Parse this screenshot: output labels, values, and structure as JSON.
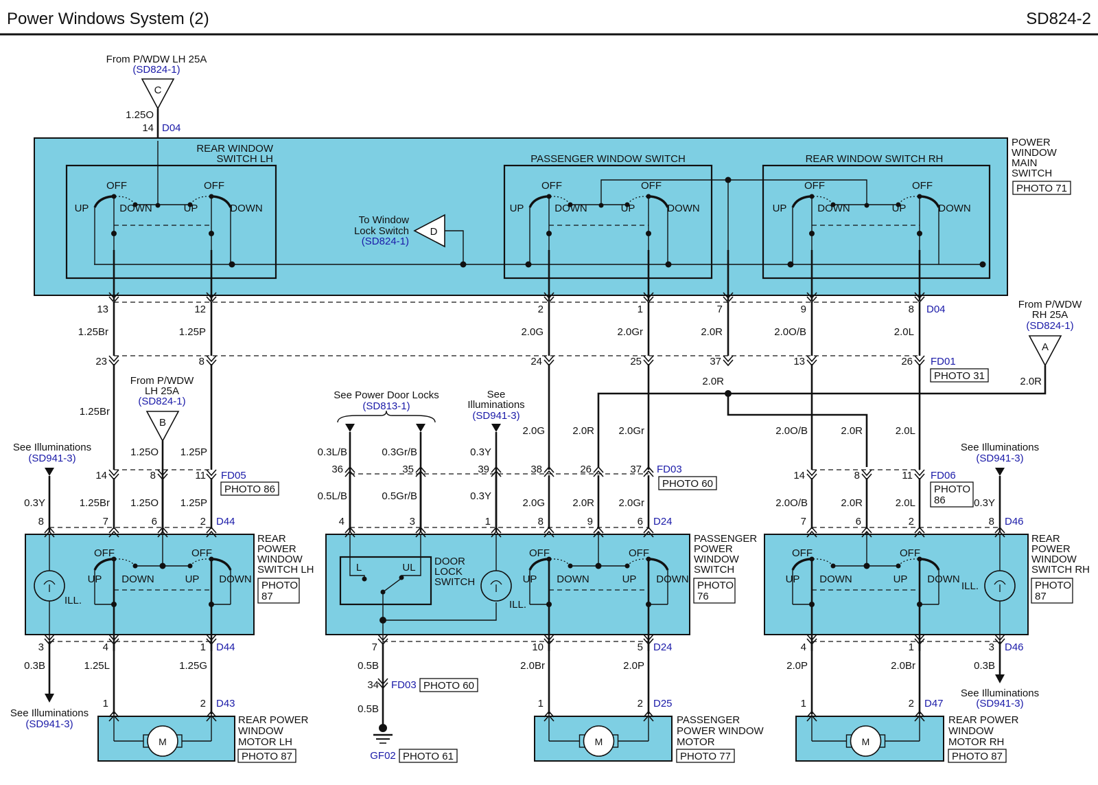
{
  "header": {
    "title": "Power Windows System (2)",
    "code": "SD824-2"
  },
  "photo_labels": {
    "p71": "PHOTO 71",
    "p31": "PHOTO 31",
    "p86": "PHOTO 86",
    "p86b": "PHOTO",
    "p86c": "86",
    "p60": "PHOTO 60",
    "p87": "PHOTO",
    "p87n": "87",
    "p76": "PHOTO",
    "p76n": "76",
    "p87rh": "PHOTO",
    "p87rhn": "87",
    "p60b": "PHOTO 60",
    "p61": "PHOTO 61",
    "p87m": "PHOTO 87",
    "p77": "PHOTO 77",
    "p87mr": "PHOTO 87"
  },
  "components": {
    "main_switch": [
      "POWER",
      "WINDOW",
      "MAIN",
      "SWITCH"
    ],
    "rear_lh_sub": [
      "REAR WINDOW",
      "SWITCH LH"
    ],
    "pass_sub": "PASSENGER WINDOW SWITCH",
    "rear_rh_sub": "REAR WINDOW SWITCH RH",
    "rear_lh_switch": [
      "REAR",
      "POWER",
      "WINDOW",
      "SWITCH LH"
    ],
    "pass_switch": [
      "PASSENGER",
      "POWER",
      "WINDOW",
      "SWITCH"
    ],
    "rear_rh_switch": [
      "REAR",
      "POWER",
      "WINDOW",
      "SWITCH RH"
    ],
    "door_lock": [
      "DOOR",
      "LOCK",
      "SWITCH"
    ],
    "motor_lh": [
      "REAR POWER",
      "WINDOW",
      "MOTOR LH"
    ],
    "motor_pass": [
      "PASSENGER",
      "POWER WINDOW",
      "MOTOR"
    ],
    "motor_rh": [
      "REAR POWER",
      "WINDOW",
      "MOTOR RH"
    ],
    "motor_symbol": "M",
    "ill": "ILL.",
    "lock_l": "L",
    "lock_ul": "UL"
  },
  "switch_labels": {
    "off": "OFF",
    "up": "UP",
    "down": "DOWN"
  },
  "refs": {
    "c_from": "From P/WDW LH 25A",
    "c_ref": "(SD824-1)",
    "c_letter": "C",
    "a_from1": "From P/WDW",
    "a_from2": "RH 25A",
    "a_ref": "(SD824-1)",
    "a_letter": "A",
    "b_from1": "From P/WDW",
    "b_from2": "LH 25A",
    "b_ref": "(SD824-1)",
    "b_letter": "B",
    "d_to1": "To Window",
    "d_to2": "Lock Switch",
    "d_ref": "(SD824-1)",
    "d_letter": "D",
    "pdl": "See Power Door Locks",
    "pdl_ref": "(SD813-1)",
    "see_ill1": "See",
    "see_ill2": "Illuminations",
    "ill_ref": "(SD941-3)",
    "ill_full": "See Illuminations"
  },
  "connectors": {
    "D04": "D04",
    "FD01": "FD01",
    "FD05": "FD05",
    "FD03": "FD03",
    "FD06": "FD06",
    "D44": "D44",
    "D24": "D24",
    "D46": "D46",
    "D43": "D43",
    "D25": "D25",
    "D47": "D47",
    "GF02": "GF02"
  },
  "pins": {
    "c14": "14",
    "m13": "13",
    "m12": "12",
    "m2": "2",
    "m1": "1",
    "m7": "7",
    "m9": "9",
    "m8": "8",
    "f23": "23",
    "f8": "8",
    "f24": "24",
    "f25": "25",
    "f37": "37",
    "f13": "13",
    "f26": "26",
    "g14": "14",
    "g8": "8",
    "g11": "11",
    "h36": "36",
    "h35": "35",
    "h39": "39",
    "h38": "38",
    "h26": "26",
    "h37": "37",
    "r14": "14",
    "r8": "8",
    "r11": "11",
    "l8": "8",
    "l7": "7",
    "l6": "6",
    "l2": "2",
    "p4": "4",
    "p3": "3",
    "p1": "1",
    "p8": "8",
    "p9": "9",
    "p6": "6",
    "q7": "7",
    "q6": "6",
    "q2": "2",
    "q8": "8",
    "lb3": "3",
    "lb4": "4",
    "lb1": "1",
    "pb7": "7",
    "pb10": "10",
    "pb5": "5",
    "qb4": "4",
    "qb1": "1",
    "qb3": "3",
    "g34": "34",
    "ml1": "1",
    "ml2": "2",
    "mp1": "1",
    "mp2": "2",
    "mr1": "1",
    "mr2": "2"
  },
  "wires": {
    "w125O": "1.25O",
    "w125Br": "1.25Br",
    "w125P": "1.25P",
    "w20G": "2.0G",
    "w20Gr": "2.0Gr",
    "w20R": "2.0R",
    "w20OB": "2.0O/B",
    "w20L": "2.0L",
    "w20R_a": "2.0R",
    "w20R_j": "2.0R",
    "w125Br2": "1.25Br",
    "w125O2": "1.25O",
    "w125P2": "1.25P",
    "w03LB": "0.3L/B",
    "w03GrB": "0.3Gr/B",
    "w03Y": "0.3Y",
    "w20G2": "2.0G",
    "w20R2": "2.0R",
    "w20Gr2": "2.0Gr",
    "w20OB2": "2.0O/B",
    "w20R3": "2.0R",
    "w20L2": "2.0L",
    "w03Y_l": "0.3Y",
    "w125Br3": "1.25Br",
    "w125O3": "1.25O",
    "w125P3": "1.25P",
    "w05LB": "0.5L/B",
    "w05GrB": "0.5Gr/B",
    "w03Y2": "0.3Y",
    "w20G3": "2.0G",
    "w20R4": "2.0R",
    "w20Gr3": "2.0Gr",
    "w20OB3": "2.0O/B",
    "w20R5": "2.0R",
    "w20L3": "2.0L",
    "w03Y_r": "0.3Y",
    "w03B_l": "0.3B",
    "w125L": "1.25L",
    "w125G": "1.25G",
    "w05B": "0.5B",
    "w05B2": "0.5B",
    "w20Br": "2.0Br",
    "w20P": "2.0P",
    "w20P2": "2.0P",
    "w20Br2": "2.0Br",
    "w03B_r": "0.3B"
  }
}
